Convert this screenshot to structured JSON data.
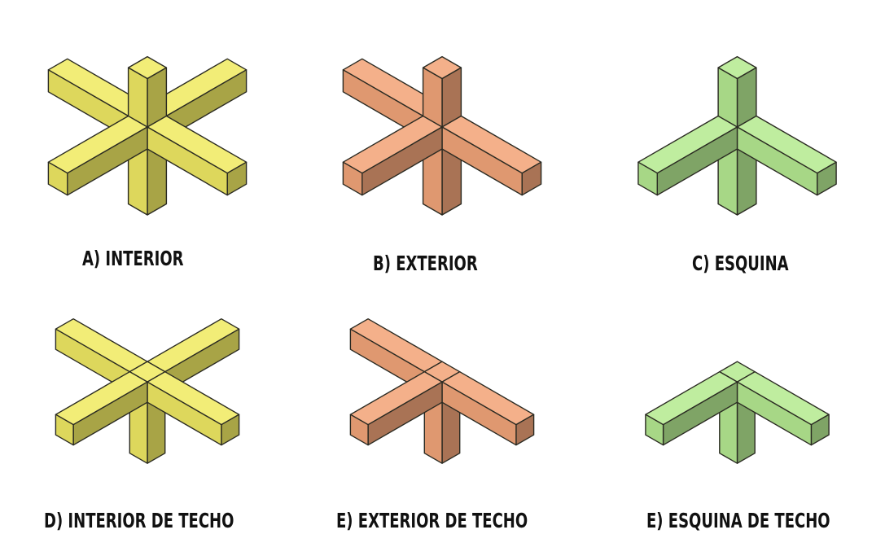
{
  "panels": [
    {
      "id": "a",
      "caption": "A) INTERIOR",
      "color": "#f0ea64",
      "arms": 4,
      "post": "full"
    },
    {
      "id": "b",
      "caption": "B) EXTERIOR",
      "color": "#f2a57a",
      "arms": 3,
      "post": "full"
    },
    {
      "id": "c",
      "caption": "C) ESQUINA",
      "color": "#b6ea92",
      "arms": 2,
      "post": "full"
    },
    {
      "id": "d",
      "caption": "D) INTERIOR DE TECHO",
      "color": "#f0ea64",
      "arms": 4,
      "post": "top"
    },
    {
      "id": "e",
      "caption": "E) EXTERIOR DE TECHO",
      "color": "#f2a57a",
      "arms": 3,
      "post": "top"
    },
    {
      "id": "f",
      "caption": "E) ESQUINA DE TECHO",
      "color": "#b6ea92",
      "arms": 2,
      "post": "top"
    }
  ]
}
